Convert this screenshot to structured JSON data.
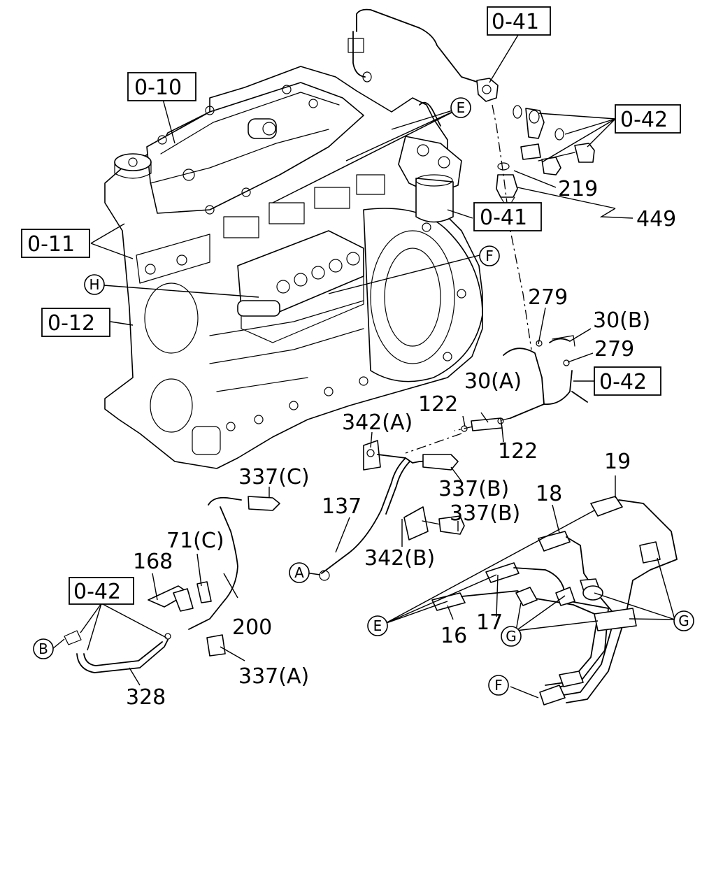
{
  "refs": {
    "r1": "0-41",
    "r2": "0-10",
    "r3": "0-42",
    "r4": "0-41",
    "r5": "0-11",
    "r6": "0-12",
    "r7": "0-42",
    "r8": "0-42"
  },
  "parts": {
    "p219": "219",
    "p449": "449",
    "p279a": "279",
    "p30b": "30(B)",
    "p279b": "279",
    "p30a": "30(A)",
    "p122a": "122",
    "p122b": "122",
    "p342a": "342(A)",
    "p337b1": "337(B)",
    "p337c": "337(C)",
    "p137": "137",
    "p337b2": "337(B)",
    "p342b": "342(B)",
    "p19": "19",
    "p18": "18",
    "p71c": "71(C)",
    "p168": "168",
    "p200": "200",
    "p337a": "337(A)",
    "p328": "328",
    "p16": "16",
    "p17": "17"
  },
  "markers": {
    "E1": "E",
    "F1": "F",
    "H1": "H",
    "A1": "A",
    "B1": "B",
    "E2": "E",
    "G1": "G",
    "G2": "G",
    "F2": "F"
  }
}
